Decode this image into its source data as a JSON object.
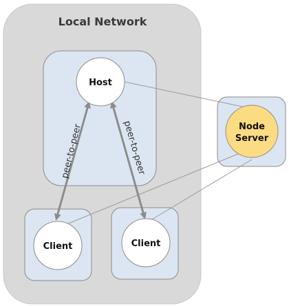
{
  "diagram": {
    "group_title": "Local Network",
    "nodes": {
      "host": "Host",
      "node_server_line1": "Node",
      "node_server_line2": "Server",
      "client_left": "Client",
      "client_right": "Client"
    },
    "edges": {
      "left_label": "peer-to-peer",
      "right_label": "peer-to-peer"
    }
  },
  "colors": {
    "group_fill": "#d9d9d9",
    "box_fill": "#dce6f2",
    "box_stroke": "#8a8a8a",
    "node_fill": "#ffffff",
    "server_fill": "#fcdc82",
    "arrow": "#8c8c8c",
    "thin_line": "#9a9a9a"
  }
}
